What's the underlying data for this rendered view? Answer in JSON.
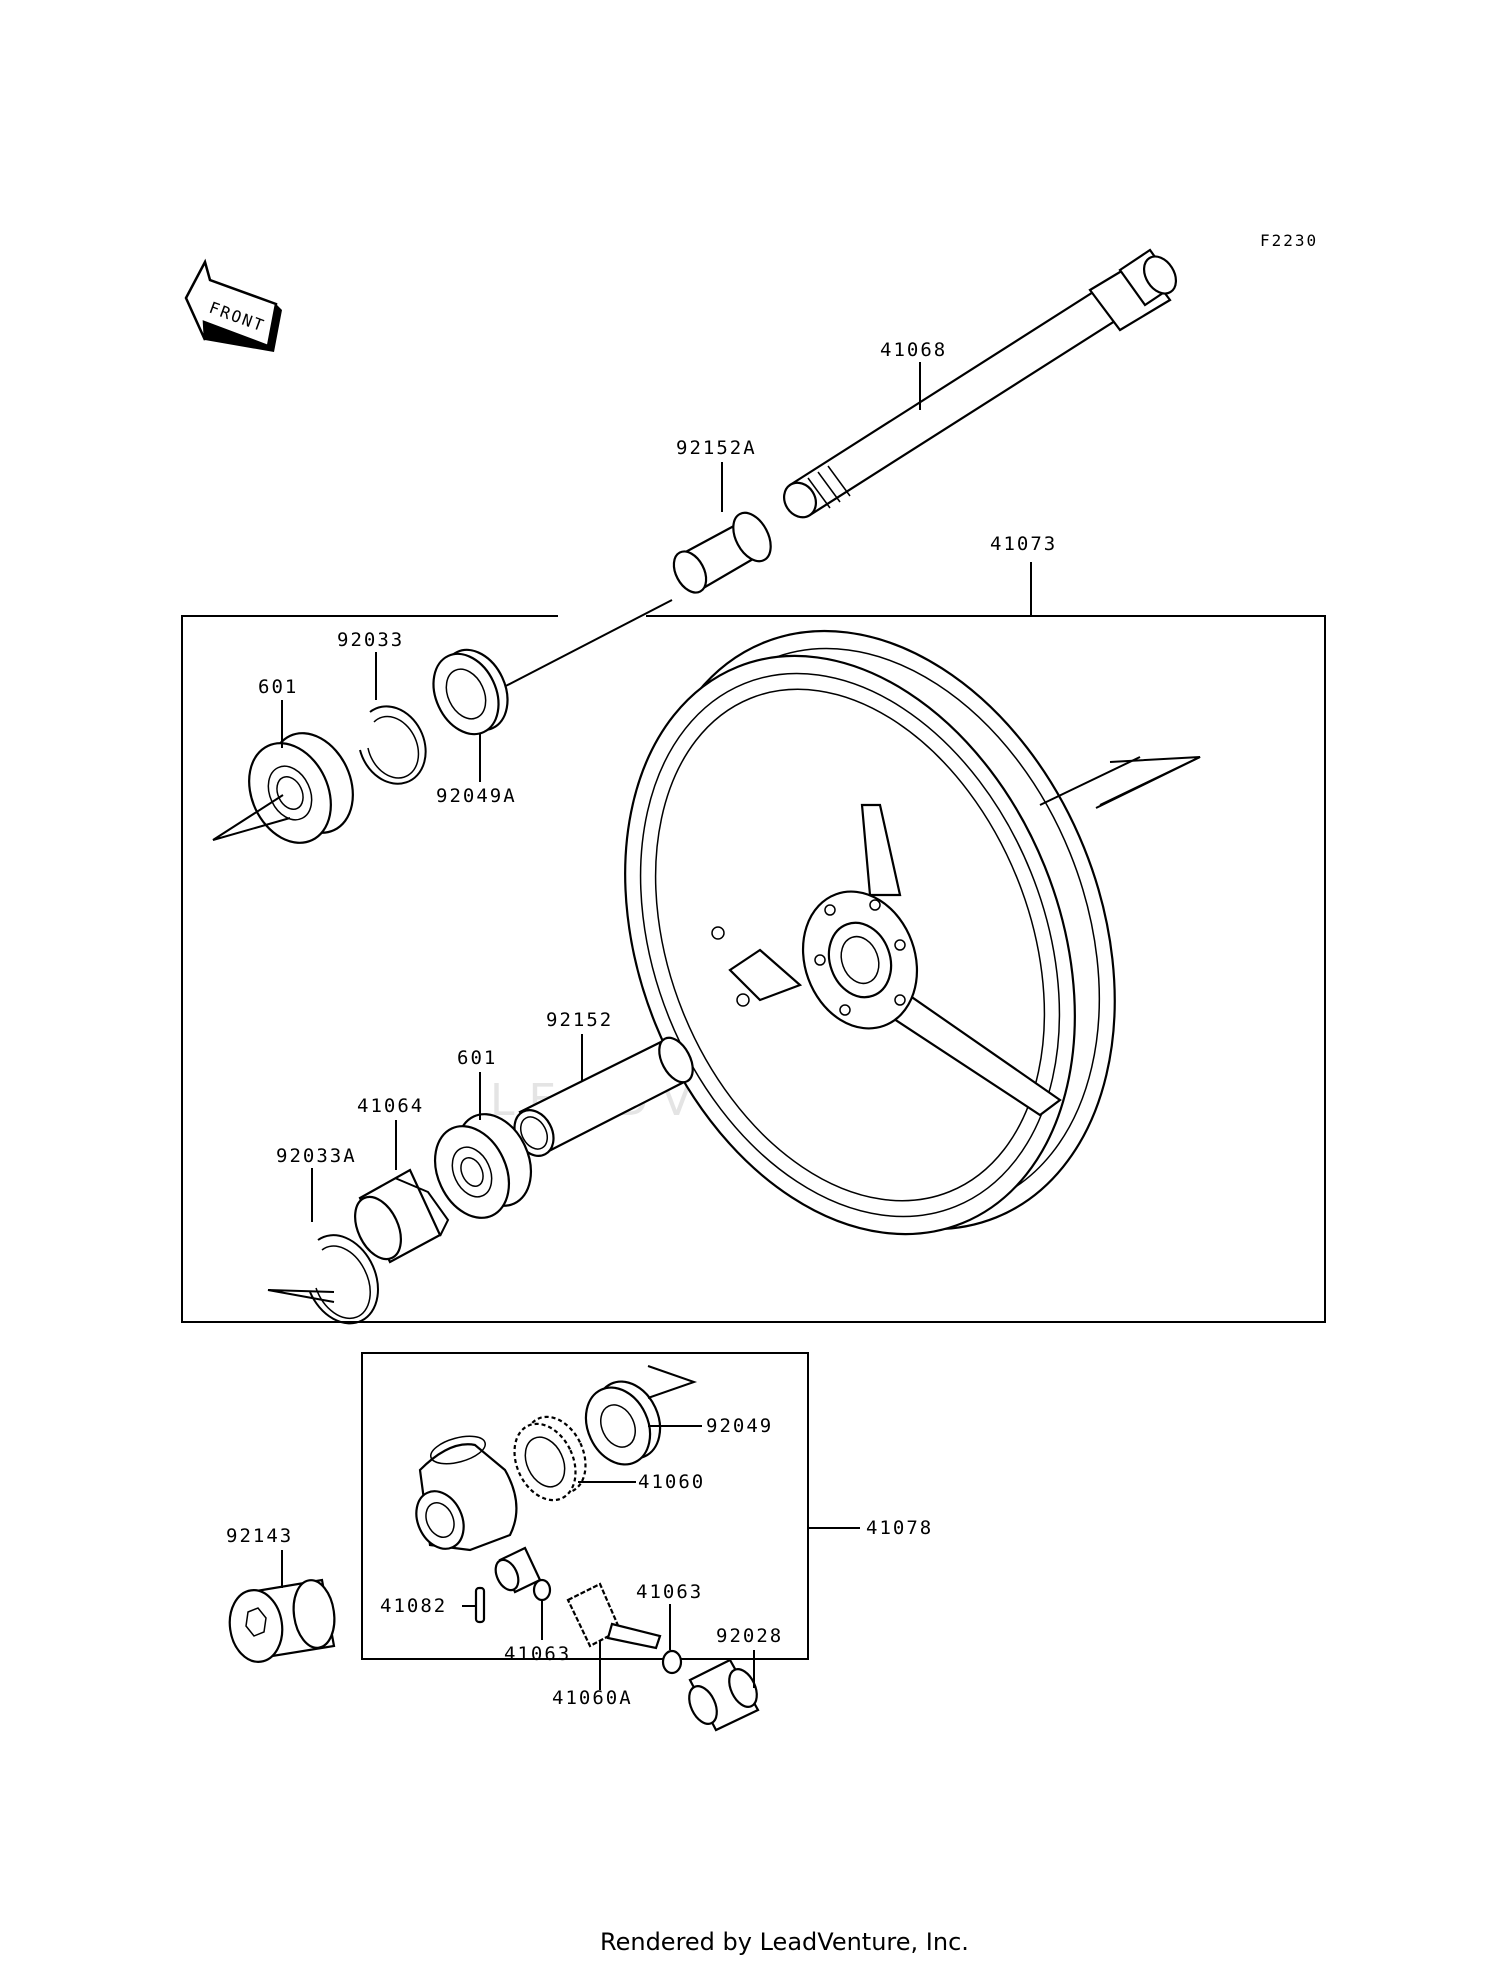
{
  "diagram_code": "F2230",
  "front_label": "FRONT",
  "watermark": "LEADVENTURE",
  "footer": "Rendered by LeadVenture, Inc.",
  "parts": {
    "axle": "41068",
    "axle_collar": "92152A",
    "wheel": "41073",
    "circlip_top": "92033",
    "bearing_top": "601",
    "seal_top": "92049A",
    "collar": "92152",
    "bearing_bottom": "601",
    "spacer": "41064",
    "circlip_bottom": "92033A",
    "oil_seal": "92049",
    "gear": "41060",
    "gearbox_assy": "41078",
    "axle_collar_side": "92143",
    "pin": "41082",
    "washer_left": "41063",
    "washer_right": "41063",
    "pinion": "41060A",
    "bushing": "92028"
  }
}
